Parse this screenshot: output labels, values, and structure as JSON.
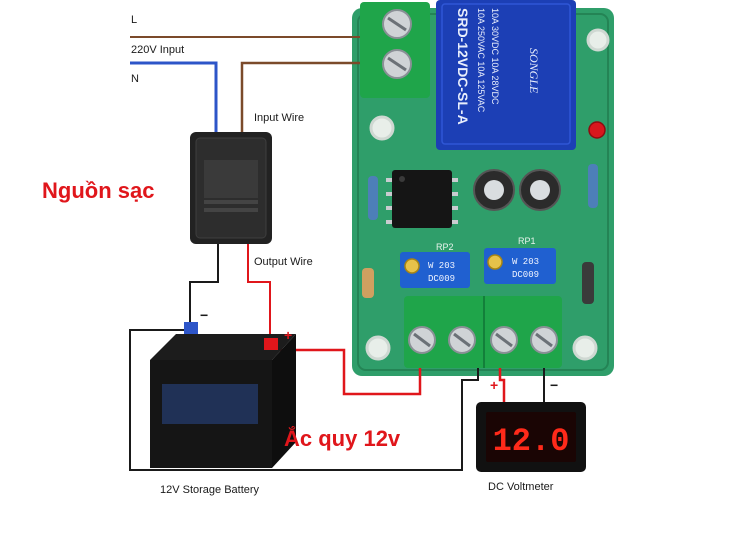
{
  "labels": {
    "line": "L",
    "neutral": "N",
    "input_220v": "220V Input",
    "input_wire": "Input Wire",
    "output_wire": "Output Wire",
    "charger_vn": "Nguồn sạc",
    "battery_vn": "Ắc quy 12v",
    "battery_en": "12V Storage Battery",
    "voltmeter_en": "DC Voltmeter",
    "plus": "+",
    "minus": "−"
  },
  "relay": {
    "line1": "SRD-12VDC-SL-A",
    "line2": "10A 250VAC 10A 125VAC",
    "line3": "10A 30VDC 10A 28VDC",
    "brand": "SONGLE"
  },
  "pots": {
    "rp2": "RP2",
    "rp1": "RP1",
    "pot_text_a": "W 203",
    "pot_text_b": "DC009"
  },
  "voltmeter": {
    "reading": "12.0"
  },
  "colors": {
    "wire_brown": "#7b4a2a",
    "wire_blue": "#2d55c8",
    "wire_red": "#e0161b",
    "wire_black": "#1a1a1a",
    "pcb_green": "#2f9e6a",
    "terminal_green": "#1fa54a",
    "relay_blue": "#1c3fb5",
    "display_red": "#ff2a1a"
  }
}
